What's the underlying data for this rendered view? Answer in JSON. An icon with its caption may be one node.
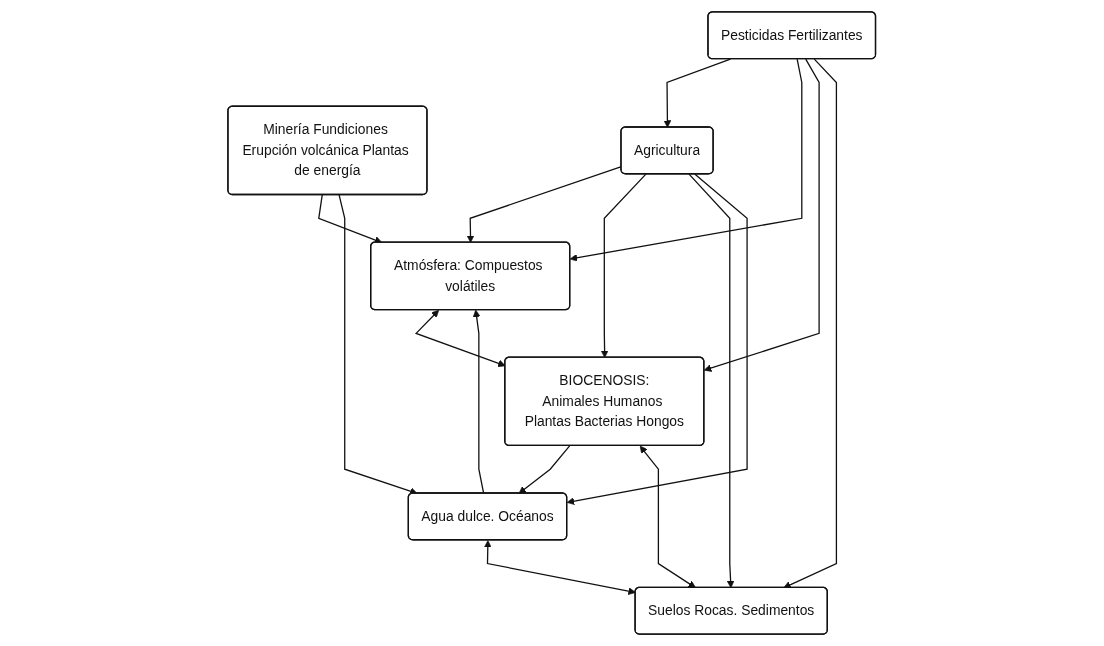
{
  "diagram": {
    "nodes": [
      {
        "text": [
          "Atmósfera: Compuestos volátiles"
        ]
      },
      {
        "text": [
          "Minería Fundiciones Erupción volcánica Plantas de energía"
        ]
      },
      {
        "text": [
          "BIOCENOSIS:",
          "Animales Humanos Plantas Bacterias Hongos"
        ]
      },
      {
        "text": [
          "Pesticidas Fertilizantes"
        ]
      },
      {
        "text": [
          "Agricultura"
        ]
      },
      {
        "text": [
          "Agua dulce. Océanos"
        ]
      },
      {
        "text": [
          "Suelos Rocas. Sedimentos"
        ]
      }
    ],
    "edges": [
      {
        "from": 1,
        "to": 0,
        "arrow": "to"
      },
      {
        "from": 1,
        "to": 5,
        "arrow": "to"
      },
      {
        "from": 5,
        "to": 0,
        "arrow": "to"
      },
      {
        "from": 0,
        "to": 2,
        "arrow": "both"
      },
      {
        "from": 2,
        "to": 5,
        "arrow": "to"
      },
      {
        "from": 2,
        "to": 6,
        "arrow": "both"
      },
      {
        "from": 5,
        "to": 6,
        "arrow": "both"
      },
      {
        "from": 3,
        "to": 4,
        "arrow": "to"
      },
      {
        "from": 3,
        "to": 0,
        "arrow": "to"
      },
      {
        "from": 3,
        "to": 2,
        "arrow": "to"
      },
      {
        "from": 3,
        "to": 6,
        "arrow": "to"
      },
      {
        "from": 4,
        "to": 0,
        "arrow": "to"
      },
      {
        "from": 4,
        "to": 2,
        "arrow": "to"
      },
      {
        "from": 4,
        "to": 6,
        "arrow": "to"
      },
      {
        "from": 4,
        "to": 5,
        "arrow": "to"
      }
    ]
  }
}
